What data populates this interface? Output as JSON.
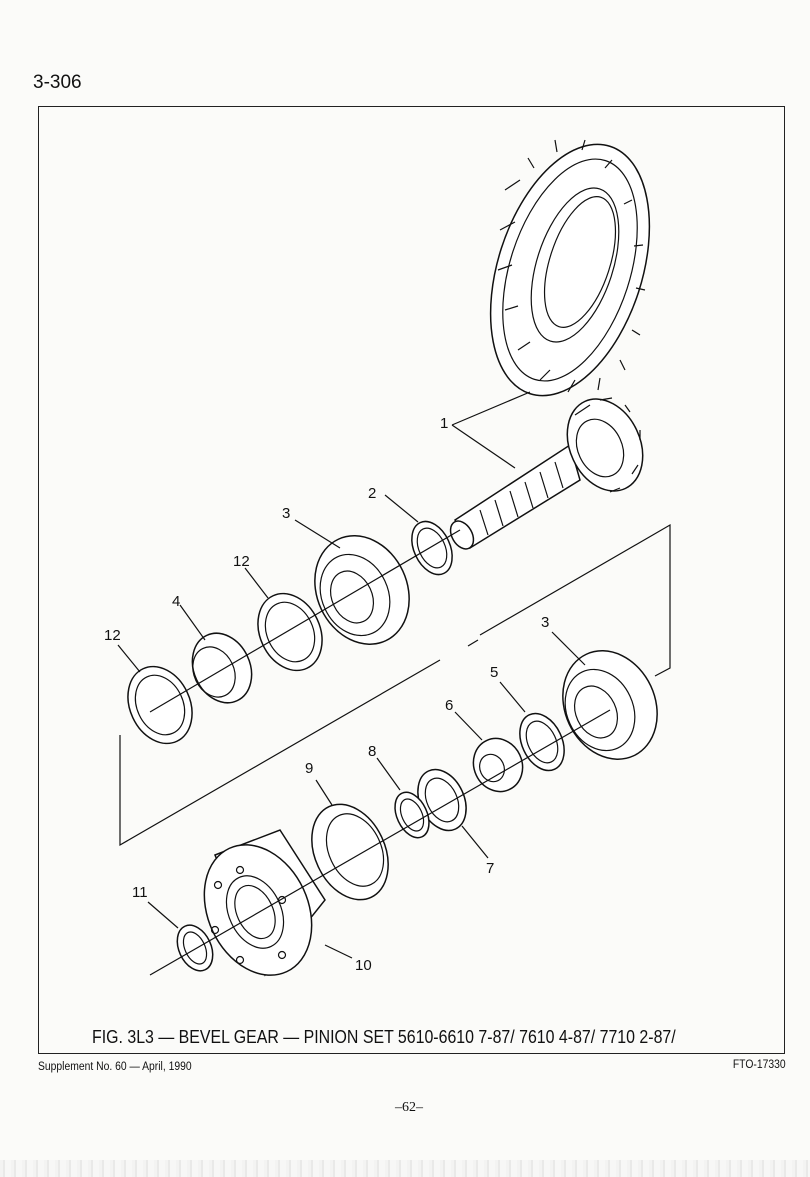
{
  "header": {
    "page_number": "3-306"
  },
  "figure": {
    "caption": "FIG. 3L3 — BEVEL GEAR — PINION SET 5610-6610 7-87/ 7610 4-87/ 7710 2-87/",
    "callouts": [
      "1",
      "2",
      "3",
      "12",
      "4",
      "12",
      "3",
      "5",
      "6",
      "8",
      "9",
      "7",
      "11",
      "10"
    ]
  },
  "footer": {
    "supplement": "Supplement No. 60 — April, 1990",
    "figure_code": "FTO-17330",
    "page": "–62–"
  }
}
